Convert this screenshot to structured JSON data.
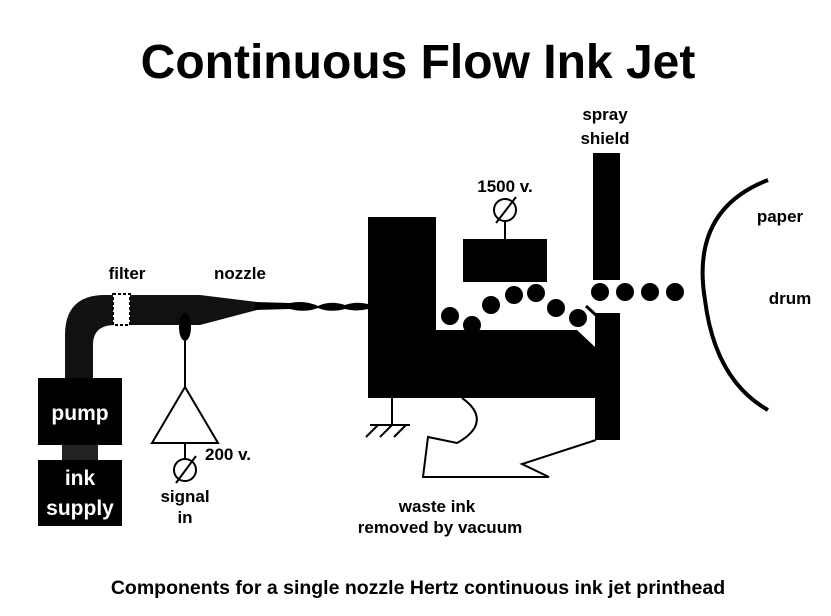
{
  "title": "Continuous Flow Ink Jet",
  "caption": "Components for a single nozzle Hertz continuous ink jet printhead",
  "labels": {
    "filter": "filter",
    "nozzle": "nozzle",
    "pump": "pump",
    "ink_supply_line1": "ink",
    "ink_supply_line2": "supply",
    "voltage_200": "200 v.",
    "signal_line1": "signal",
    "signal_line2": "in",
    "voltage_1500": "1500 v.",
    "spray_line1": "spray",
    "spray_line2": "shield",
    "paper": "paper",
    "drum": "drum",
    "waste_line1": "waste ink",
    "waste_line2": "removed by vacuum"
  },
  "colors": {
    "ink": "#000000",
    "background": "#ffffff"
  }
}
